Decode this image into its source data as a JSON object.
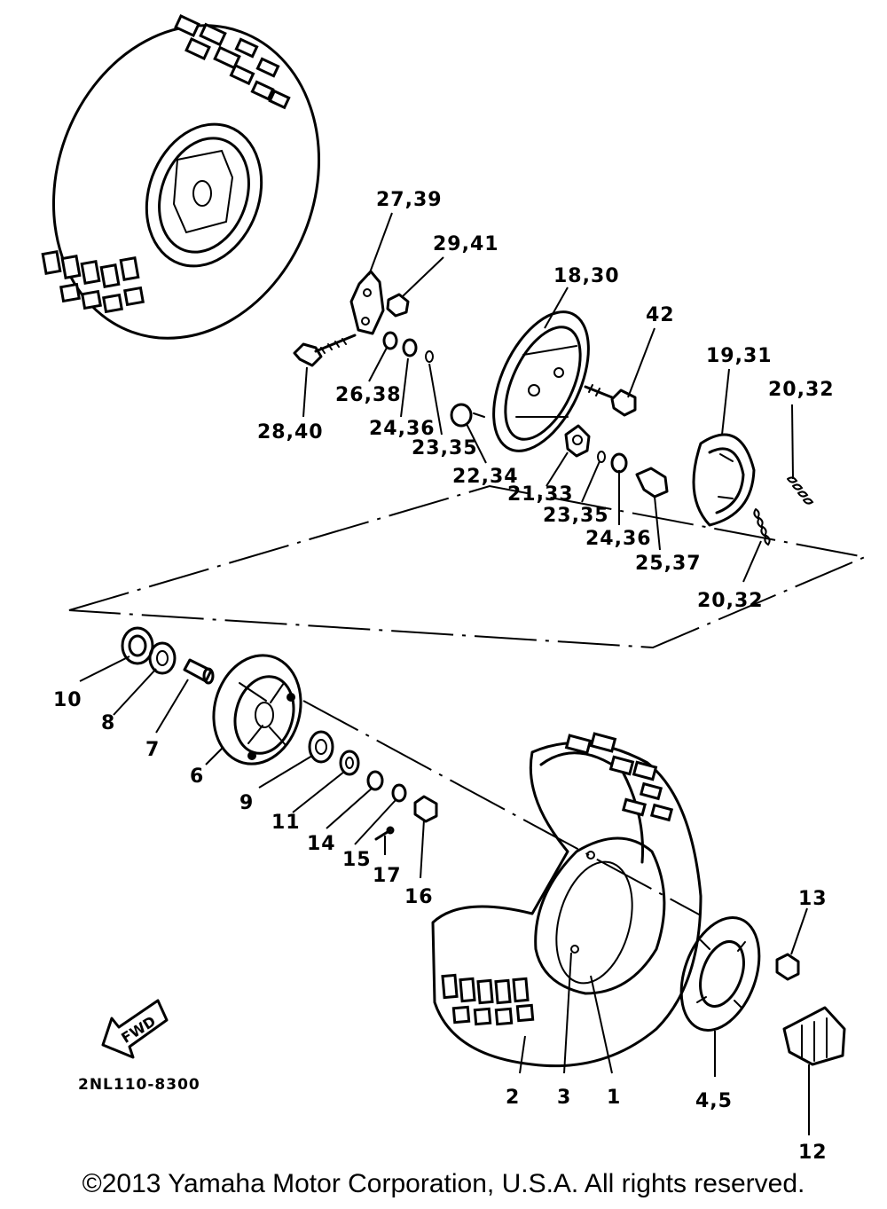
{
  "diagram_code": "2NL110-8300",
  "fwd_label": "FWD",
  "copyright": "©2013 Yamaha Motor Corporation, U.S.A. All rights reserved.",
  "callouts": {
    "c27_39": "27,39",
    "c29_41": "29,41",
    "c18_30": "18,30",
    "c42": "42",
    "c19_31": "19,31",
    "c20_32_top": "20,32",
    "c26_38": "26,38",
    "c28_40": "28,40",
    "c24_36_top": "24,36",
    "c23_35_top": "23,35",
    "c22_34": "22,34",
    "c21_33": "21,33",
    "c23_35_bot": "23,35",
    "c24_36_bot": "24,36",
    "c25_37": "25,37",
    "c20_32_bot": "20,32",
    "c10": "10",
    "c8": "8",
    "c7": "7",
    "c6": "6",
    "c9": "9",
    "c11": "11",
    "c14": "14",
    "c15": "15",
    "c17": "17",
    "c16": "16",
    "c13": "13",
    "c2": "2",
    "c3": "3",
    "c1": "1",
    "c4_5": "4,5",
    "c12": "12"
  },
  "icons": {
    "fwd_arrow": "fwd-arrow-icon"
  }
}
